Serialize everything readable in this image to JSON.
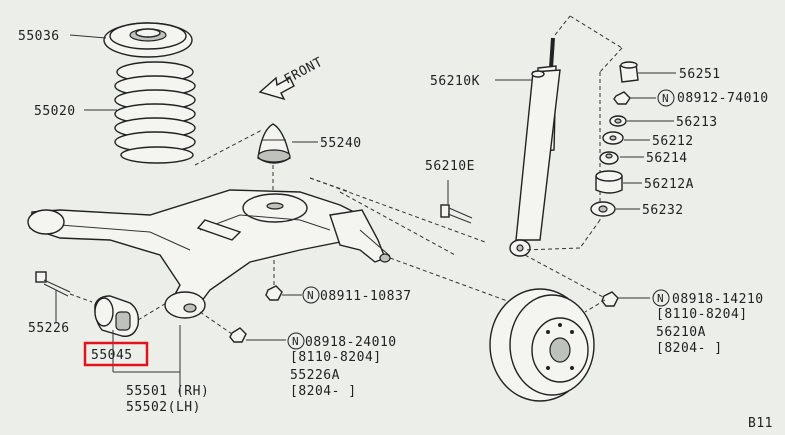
{
  "parts": {
    "p55036": "55036",
    "p55020": "55020",
    "p55240": "55240",
    "front": "FRONT",
    "p55226": "55226",
    "p55045": "55045",
    "p55501": "55501 (RH)",
    "p55502": "55502(LH)",
    "p08911": "08911-10837",
    "p08918_24010": "08918-24010",
    "r8110_8204_a": "[8110-8204]",
    "p55226A": "55226A",
    "r8204_a": "[8204-    ]",
    "p56210K": "56210K",
    "p56210E": "56210E",
    "p56251": "56251",
    "p08912": "08912-74010",
    "p56213": "56213",
    "p56212": "56212",
    "p56214": "56214",
    "p56212A": "56212A",
    "p56232": "56232",
    "p08918_14210": "08918-14210",
    "r8110_8204_b": "[8110-8204]",
    "p56210A": "56210A",
    "r8204_b": "[8204-     ]",
    "page": "B11",
    "n_symbol": "N"
  },
  "highlight_color": "#e0141c"
}
